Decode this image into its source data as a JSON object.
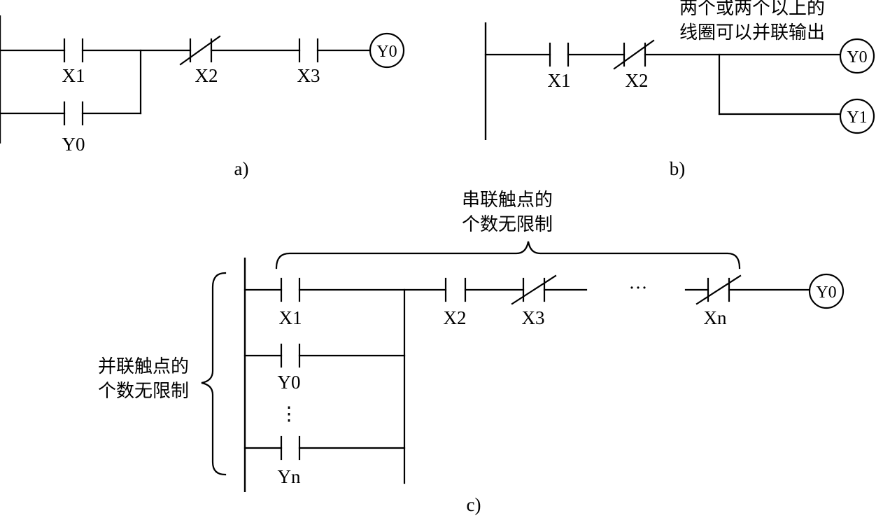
{
  "diagram_a": {
    "caption": "a)",
    "contacts": [
      {
        "label": "X1",
        "type": "NO"
      },
      {
        "label": "Y0",
        "type": "NO"
      },
      {
        "label": "X2",
        "type": "NC"
      },
      {
        "label": "X3",
        "type": "NO"
      }
    ],
    "coil": "Y0"
  },
  "diagram_b": {
    "caption": "b)",
    "note_line1": "两个或两个以上的",
    "note_line2": "线圈可以并联输出",
    "contacts": [
      {
        "label": "X1",
        "type": "NO"
      },
      {
        "label": "X2",
        "type": "NC"
      }
    ],
    "coils": [
      "Y0",
      "Y1"
    ]
  },
  "diagram_c": {
    "caption": "c)",
    "series_note_line1": "串联触点的",
    "series_note_line2": "个数无限制",
    "parallel_note_line1": "并联触点的",
    "parallel_note_line2": "个数无限制",
    "contacts": [
      {
        "label": "X1",
        "type": "NO"
      },
      {
        "label": "Y0",
        "type": "NO"
      },
      {
        "label": "Yn",
        "type": "NO"
      },
      {
        "label": "X2",
        "type": "NO"
      },
      {
        "label": "X3",
        "type": "NC"
      },
      {
        "label": "Xn",
        "type": "NC"
      }
    ],
    "ellipsis_h": "···",
    "ellipsis_v": "⋮",
    "coil": "Y0"
  }
}
